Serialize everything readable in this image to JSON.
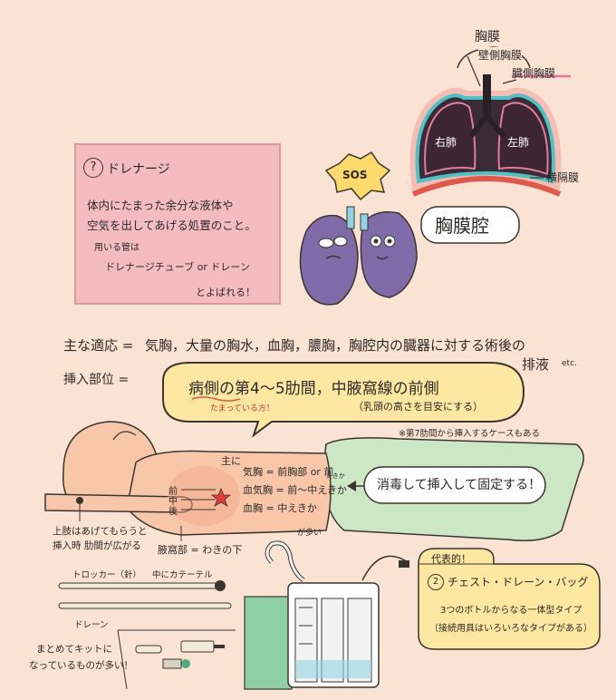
{
  "diagram": {
    "membrane_title": "胸膜",
    "parietal_pleura": "壁側胸膜",
    "visceral_pleura": "臓側胸膜",
    "right_lung": "右肺",
    "left_lung": "左肺",
    "diaphragm": "横隔膜",
    "pleural_cavity": "胸膜腔",
    "sos": "SOS"
  },
  "note": {
    "question_mark": "?",
    "title": "ドレナージ",
    "line1": "体内にたまった余分な液体や",
    "line2": "空気を出してあげる処置のこと。",
    "tools_label": "用いる管は",
    "tube_name": "ドレナージチューブ or ドレーン",
    "called": "とよばれる！"
  },
  "indications": {
    "label": "主な適応 =",
    "text": "気胸，大量の胸水，血胸，膿胸，胸腔内の臓器に対する術後の",
    "text2": "排液",
    "etc": "etc."
  },
  "insertion": {
    "label": "挿入部位 =",
    "main": "病側の第4〜5肋間，中腋窩線の前側",
    "underline_note": "たまっている方！",
    "sub": "（乳頭の高さを目安にする）",
    "footnote": "※第7肋間から挿入するケースもある"
  },
  "body_labels": {
    "main_prefix": "主に",
    "pneumo": "気胸 = 前胸部 or 前",
    "pneumo_small": "えきか",
    "hemopneumo": "血気胸 = 前〜中えきか",
    "hemo": "血胸 = 中えきか",
    "front": "前",
    "middle": "中",
    "back": "後",
    "arm_note_1": "上肢はあげてもらうと",
    "arm_note_2": "挿入時 肋間が広がる",
    "axilla": "腋窩部 = わきの下",
    "many": "が多い",
    "disinfect": "消毒して挿入して固定する！"
  },
  "kit": {
    "trocar": "トロッカー（針）",
    "catheter": "中にカテーテル",
    "drain": "ドレーン",
    "kit_note_1": "まとめてキットに",
    "kit_note_2": "なっているものが多い！"
  },
  "chest_bag": {
    "title_tag": "代表的！",
    "number": "2",
    "name": "チェスト・ドレーン・バッグ",
    "desc1": "3つのボトルからなる一体型タイプ",
    "desc2": "（接続用具はいろいろなタイプがある）"
  },
  "colors": {
    "background": "#fbe3d3",
    "note": "#f5bcc0",
    "lung": "#7e6ba8",
    "bubble": "#fde7a1",
    "skin": "#f8c7a9",
    "sheet": "#cce7c4"
  }
}
